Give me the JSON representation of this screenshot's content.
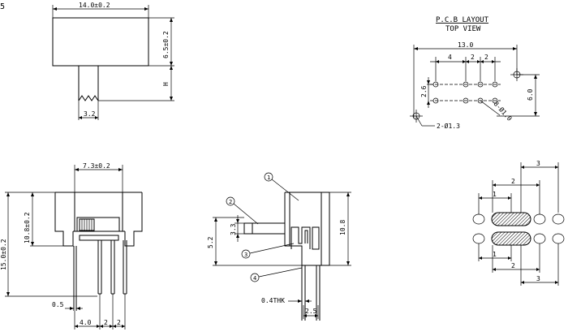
{
  "header": {
    "mark": "5"
  },
  "top_view": {
    "width_label": "14.0±0.2",
    "height_label": "6.5±0.2",
    "h_label": "H",
    "lever_label": "3.2"
  },
  "pcb": {
    "title": "P.C.B LAYOUT",
    "subtitle": "TOP VIEW",
    "overall": "13.0",
    "pitch_a": "4",
    "pitch_b": "2",
    "pitch_c": "2",
    "row_gap": "2.6",
    "height": "6.0",
    "hole_small": "2-Ø1.3",
    "hole_large": "8-Ø1.0"
  },
  "front_view": {
    "top_dim": "7.3±0.2",
    "body_height": "10.8±0.2",
    "total_height": "15.0±0.2",
    "pin_width": "0.5",
    "pitch_a": "4.0",
    "pitch_b": "2",
    "pitch_c": "2"
  },
  "side_view": {
    "callout_1": "1",
    "callout_2": "2",
    "callout_3": "3",
    "callout_4": "4",
    "dim_33": "3.3",
    "dim_52": "5.2",
    "dim_108": "10.8",
    "thickness": "0.4THK",
    "pin_pitch": "2.5"
  },
  "schematic": {
    "dim_top": "3",
    "dim_mid": "2",
    "dim_left": "1",
    "dim_low_left": "1",
    "dim_low_mid": "2",
    "dim_bottom": "3"
  }
}
